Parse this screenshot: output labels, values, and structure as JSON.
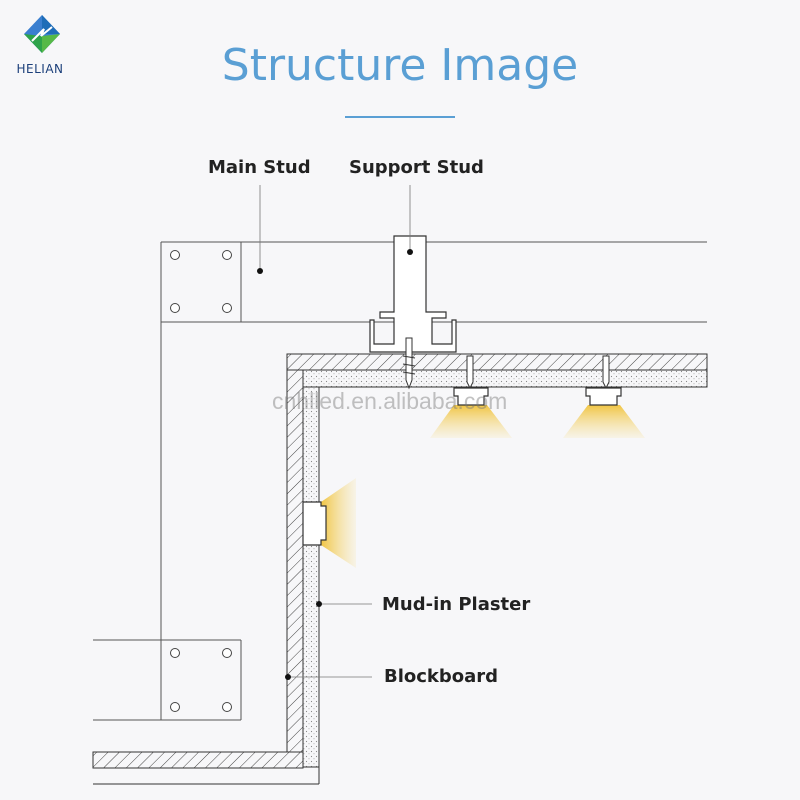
{
  "brand": {
    "name": "HELIAN"
  },
  "title": "Structure Image",
  "labels": {
    "main_stud": "Main Stud",
    "support_stud": "Support Stud",
    "mud_in_plaster": "Mud-in Plaster",
    "blockboard": "Blockboard"
  },
  "watermark": "cnhlled.en.alibaba.com",
  "colors": {
    "title": "#5a9fd4",
    "brand_text": "#1b3f7a",
    "light_beam": "#f3c944",
    "line": "#333333"
  }
}
